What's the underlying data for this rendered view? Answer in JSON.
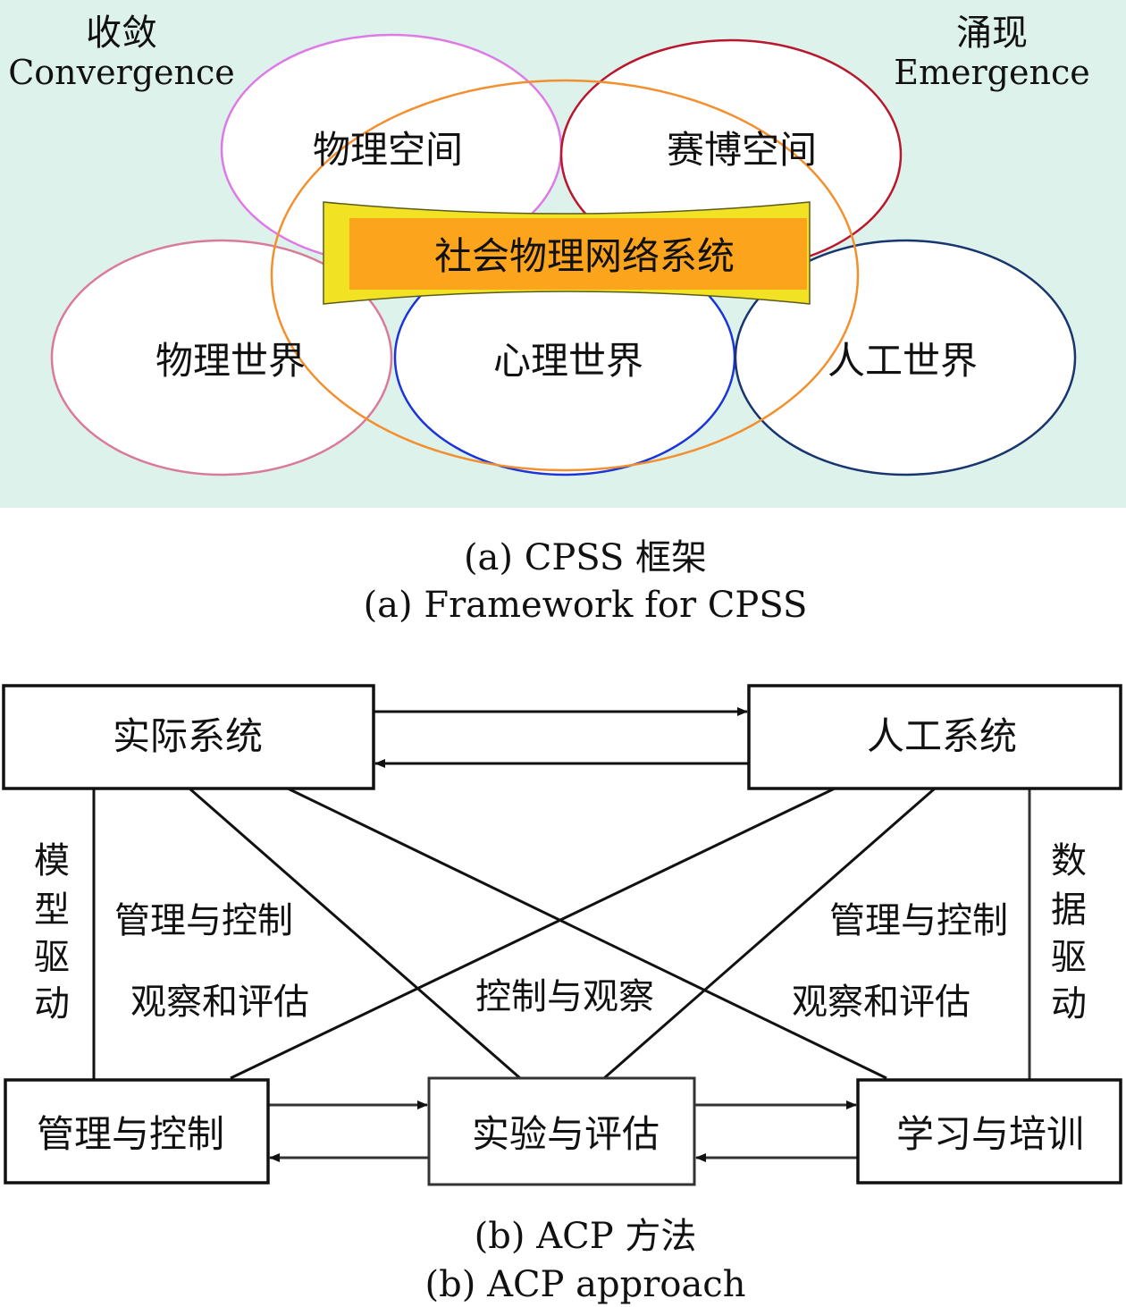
{
  "figure_a": {
    "corner_left": {
      "cn": "收敛",
      "en": "Convergence"
    },
    "corner_right": {
      "cn": "涌现",
      "en": "Emergence"
    },
    "spaces": {
      "physical": "物理空间",
      "cyber": "赛博空间"
    },
    "banner": "社会物理网络系统",
    "worlds": {
      "physical": "物理世界",
      "mental": "心理世界",
      "artificial": "人工世界"
    },
    "caption_cn": "(a) CPSS 框架",
    "caption_en": "(a) Framework for CPSS",
    "colors": {
      "background": "#def2ec",
      "physical_space": "#dd7ae6",
      "cyber_space": "#b8172d",
      "physical_world": "#d97b98",
      "mental_world": "#1b35d8",
      "artificial_world": "#17356e",
      "orange_ring": "#f2902f",
      "banner_outer": "#f2e224",
      "banner_inner": "#fba41c"
    }
  },
  "figure_b": {
    "boxes": {
      "real_system": "实际系统",
      "artificial_system": "人工系统",
      "management_control": "管理与控制",
      "experiment_evaluation": "实验与评估",
      "learning_training": "学习与培训"
    },
    "side_labels": {
      "left": [
        "模",
        "型",
        "驱",
        "动"
      ],
      "right": [
        "数",
        "据",
        "驱",
        "动"
      ]
    },
    "labels": {
      "mgmt_left": "管理与控制",
      "observe_left": "观察和评估",
      "control_observe": "控制与观察",
      "mgmt_right": "管理与控制",
      "observe_right": "观察和评估"
    },
    "caption_cn": "(b) ACP 方法",
    "caption_en": "(b) ACP approach"
  }
}
